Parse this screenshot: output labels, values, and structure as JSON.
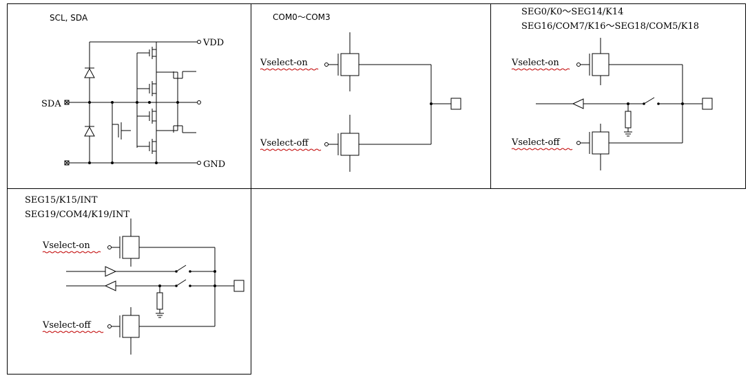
{
  "cells": {
    "scl_sda": {
      "title": "SCL, SDA",
      "pin_sda": "SDA",
      "pin_vdd": "VDD",
      "pin_gnd": "GND"
    },
    "com": {
      "title": "COM0～COM3",
      "vselect_on": "Vselect-on",
      "vselect_off": "Vselect-off"
    },
    "seg_k": {
      "title_line1": "SEG0/K0～SEG14/K14",
      "title_line2": "SEG16/COM7/K16～SEG18/COM5/K18",
      "vselect_on": "Vselect-on",
      "vselect_off": "Vselect-off"
    },
    "seg_int": {
      "title_line1": "SEG15/K15/INT",
      "title_line2": "SEG19/COM4/K19/INT",
      "vselect_on": "Vselect-on",
      "vselect_off": "Vselect-off"
    }
  }
}
